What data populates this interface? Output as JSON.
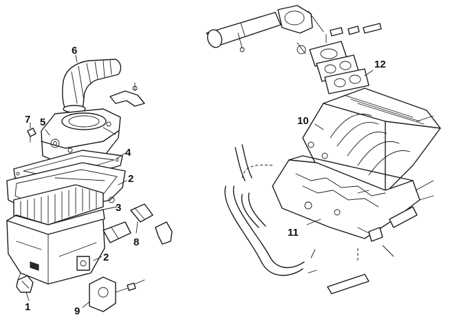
{
  "labels": {
    "l1": "1",
    "l2a": "2",
    "l2b": "2",
    "l3": "3",
    "l4": "4",
    "l5": "5",
    "l6": "6",
    "l7": "7",
    "l8": "8",
    "l9": "9",
    "l10": "10",
    "l11": "11",
    "l12": "12"
  }
}
